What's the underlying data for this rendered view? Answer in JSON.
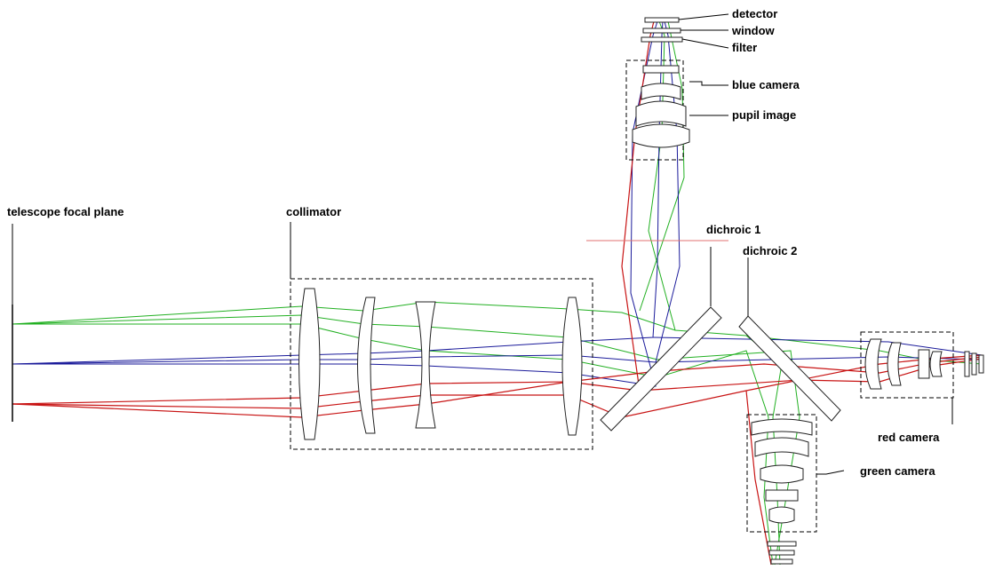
{
  "labels": {
    "telescope_focal_plane": "telescope focal plane",
    "collimator": "collimator",
    "dichroic1": "dichroic 1",
    "dichroic2": "dichroic 2",
    "detector": "detector",
    "window": "window",
    "filter": "filter",
    "blue_camera": "blue camera",
    "pupil_image": "pupil image",
    "red_camera": "red camera",
    "green_camera": "green camera"
  },
  "colors": {
    "green_rays": "#22b022",
    "blue_rays": "#1a1a9a",
    "red_rays": "#c81414",
    "outline": "#000000",
    "background": "#ffffff"
  }
}
